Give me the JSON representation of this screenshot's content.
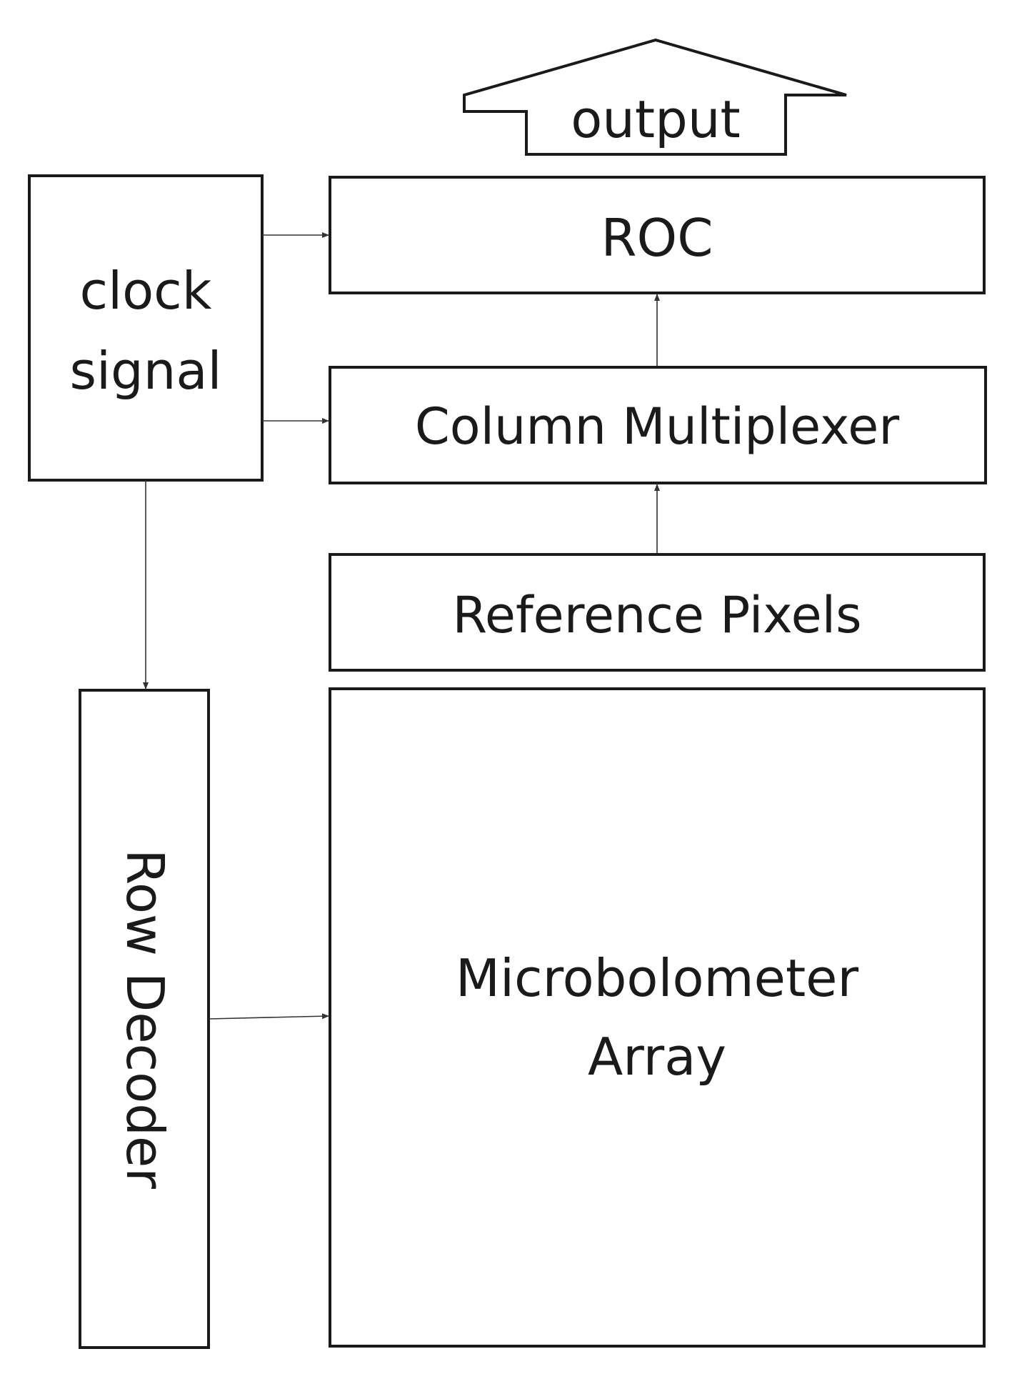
{
  "blocks": {
    "output": "output",
    "roc": "ROC",
    "clock_line1": "clock",
    "clock_line2": "signal",
    "column_mux": "Column Multiplexer",
    "reference_pixels": "Reference Pixels",
    "row_decoder": "Row Decoder",
    "array_line1": "Microbolometer",
    "array_line2": "Array"
  },
  "colors": {
    "stroke": "#1a1a1a",
    "background": "#ffffff"
  }
}
